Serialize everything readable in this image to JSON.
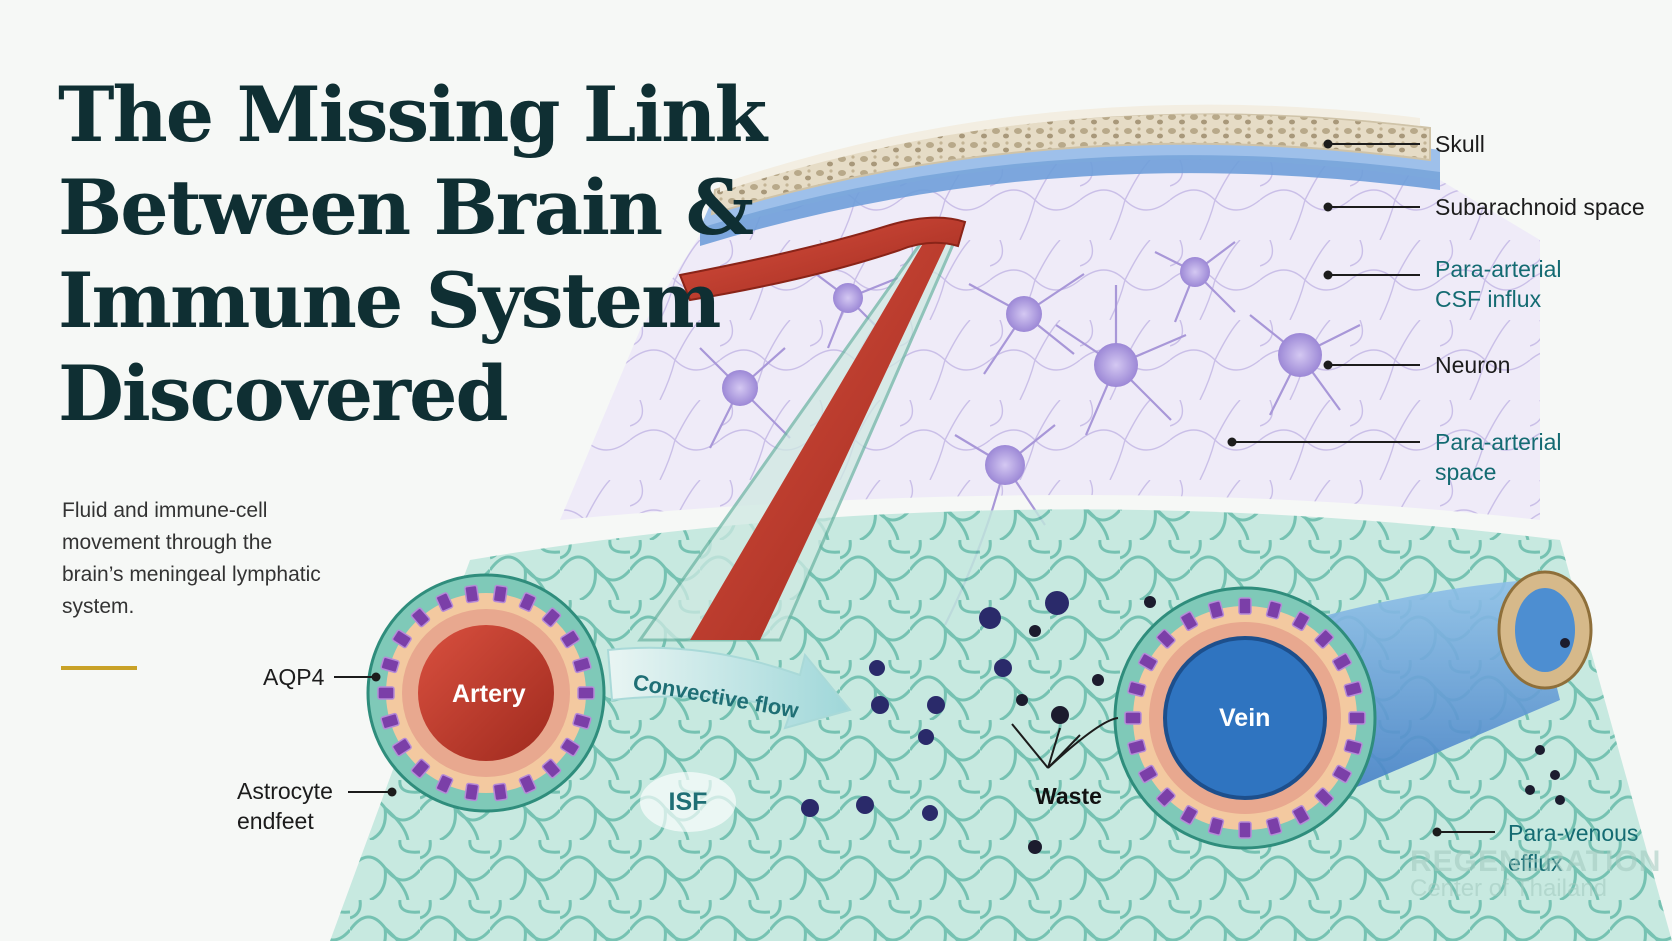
{
  "title": {
    "lines": [
      "The Missing Link",
      "Between Brain &",
      "Immune System",
      "Discovered"
    ]
  },
  "subtitle": "Fluid and immune-cell movement through the brain’s meningeal lymphatic system.",
  "labels": {
    "skull": "Skull",
    "subarachnoid": "Subarachnoid space",
    "para_arterial_csf_influx": [
      "Para-arterial",
      "CSF influx"
    ],
    "neuron": "Neuron",
    "para_arterial_space": [
      "Para-arterial",
      "space"
    ],
    "aqp4": "AQP4",
    "astrocyte_endfeet": [
      "Astrocyte",
      "endfeet"
    ],
    "para_venous_efflux": [
      "Para-venous",
      "efflux"
    ],
    "artery": "Artery",
    "vein": "Vein",
    "convective_flow": "Convective flow",
    "isf": "ISF",
    "waste": "Waste"
  },
  "watermark": {
    "line1": "REGENERATION",
    "line2": "Center of Thailand"
  },
  "colors": {
    "title": "#0f2f33",
    "accent_rule": "#c9a227",
    "teal_label": "#146b72",
    "artery": "#c0392b",
    "vein": "#2f74c0",
    "astrocyte": "#7fc9b8",
    "neuron": "#a897d8",
    "aqp4": "#7b3fa8"
  },
  "icons": [
    "neuron-cell-icon",
    "artery-cross-section-icon",
    "vein-cross-section-icon",
    "waste-particle-icon",
    "flow-arrow-icon"
  ]
}
